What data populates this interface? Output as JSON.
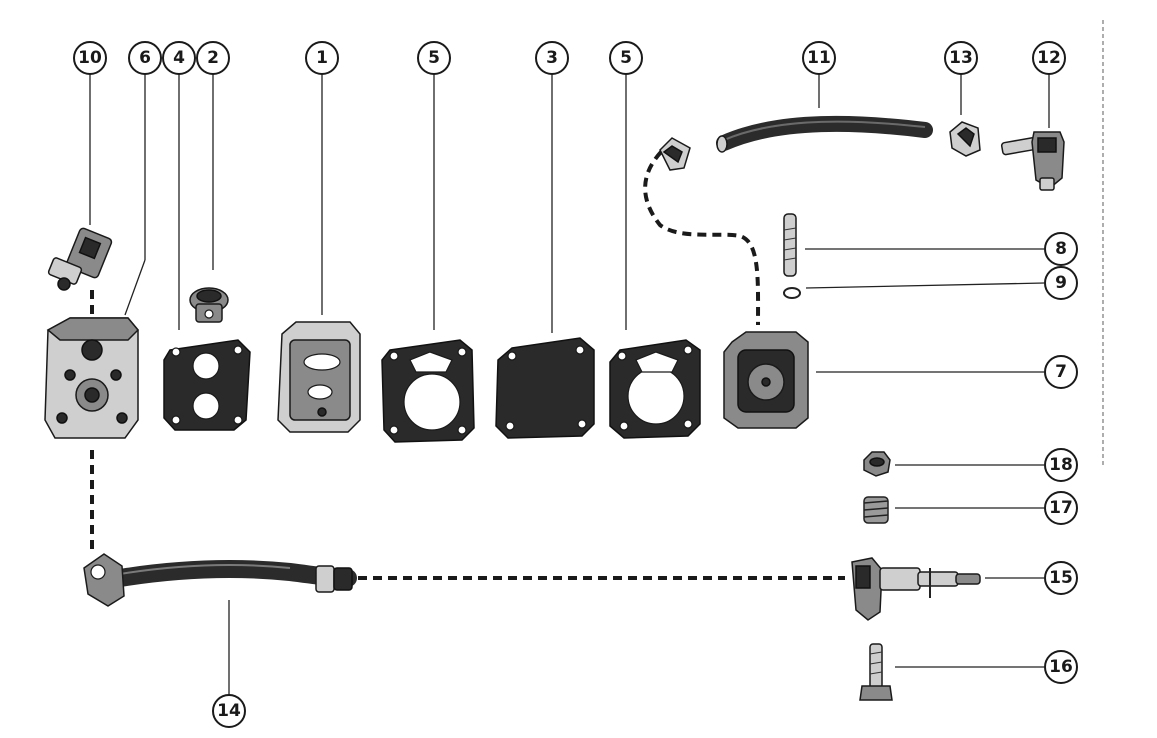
{
  "callouts": {
    "c10": "10",
    "c6": "6",
    "c4": "4",
    "c2": "2",
    "c1": "1",
    "c5a": "5",
    "c3": "3",
    "c5b": "5",
    "c11": "11",
    "c13": "13",
    "c12": "12",
    "c8": "8",
    "c9": "9",
    "c7": "7",
    "c18": "18",
    "c17": "17",
    "c15": "15",
    "c16": "16",
    "c14": "14"
  }
}
